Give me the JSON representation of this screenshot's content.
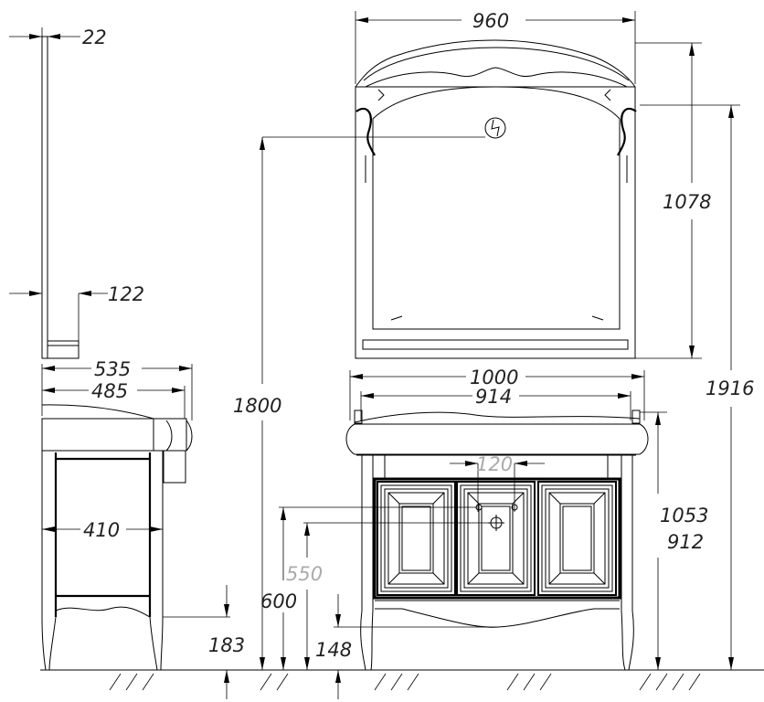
{
  "title": "Vanity unit with mirror - dimension drawing (mm)",
  "colors": {
    "line": "#000000",
    "secondary_dimension": "#aaaaaa"
  },
  "icons": [
    "electrical-outlet-icon",
    "drain-hole-icon"
  ],
  "mirror_side_view": {
    "thickness": "22",
    "shelf_depth": "122"
  },
  "mirror_front_view": {
    "width": "960",
    "height": "1078"
  },
  "vanity_side_view": {
    "depth_total": "535",
    "depth_body": "485",
    "inner_depth": "410",
    "leg_clearance": "183"
  },
  "vanity_front_view": {
    "width_total": "1000",
    "width_body": "914",
    "faucet_spacing": "120",
    "height_to_top": "1053",
    "height_body": "912",
    "water_inlet_height": "600",
    "drain_height": "550",
    "floor_clearance": "148"
  },
  "overall": {
    "outlet_height": "1800",
    "total_height": "1916"
  }
}
